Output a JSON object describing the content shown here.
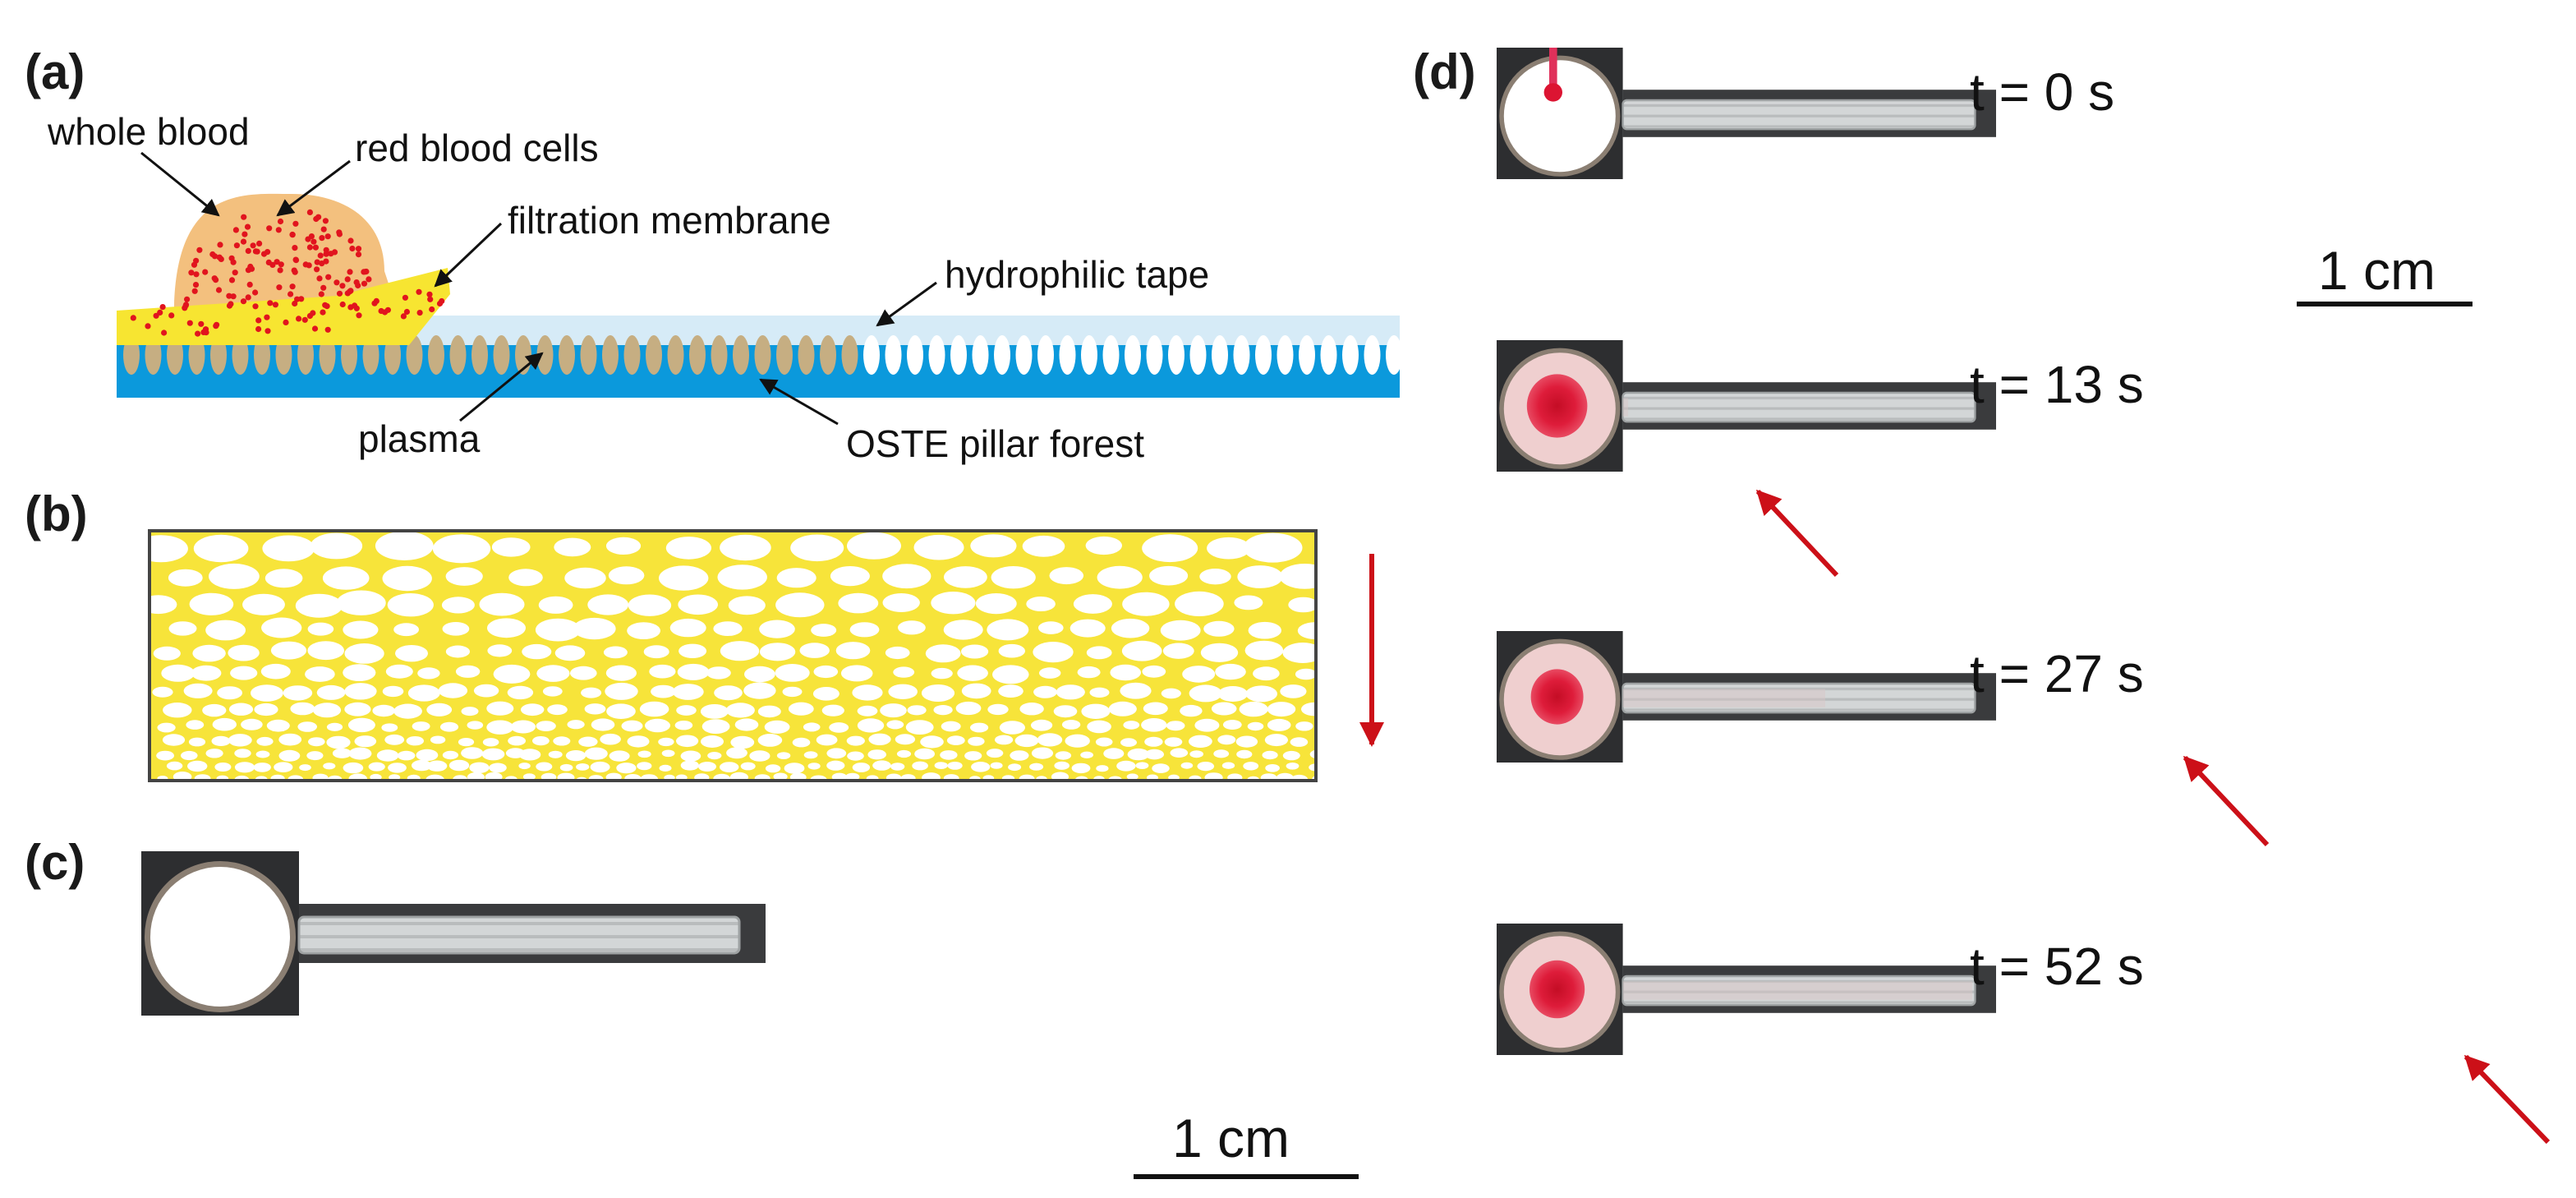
{
  "panels": {
    "a": {
      "label": "(a)",
      "annotations": {
        "whole_blood": "whole blood",
        "red_blood_cells": "red blood cells",
        "filtration_membrane": "filtration membrane",
        "hydrophilic_tape": "hydrophilic tape",
        "plasma": "plasma",
        "pillar_forest": "OSTE pillar forest"
      }
    },
    "b": {
      "label": "(b)"
    },
    "c": {
      "label": "(c)",
      "scale_bar": "1 cm"
    },
    "d": {
      "label": "(d)",
      "scale_bar": "1 cm",
      "frames": [
        {
          "time": "t = 0 s"
        },
        {
          "time": "t = 13 s"
        },
        {
          "time": "t = 27 s"
        },
        {
          "time": "t = 52 s"
        }
      ]
    }
  },
  "colors": {
    "blood_drop": "#f3c07e",
    "rbc_dot": "#e1141e",
    "membrane": "#f7e531",
    "tape": "#d6ebf7",
    "substrate": "#0b99dc",
    "plasma": "#c6ae82",
    "arrow": "#cc1018",
    "blood_red": "#dc1432",
    "device_bg": "#2d2e30"
  }
}
